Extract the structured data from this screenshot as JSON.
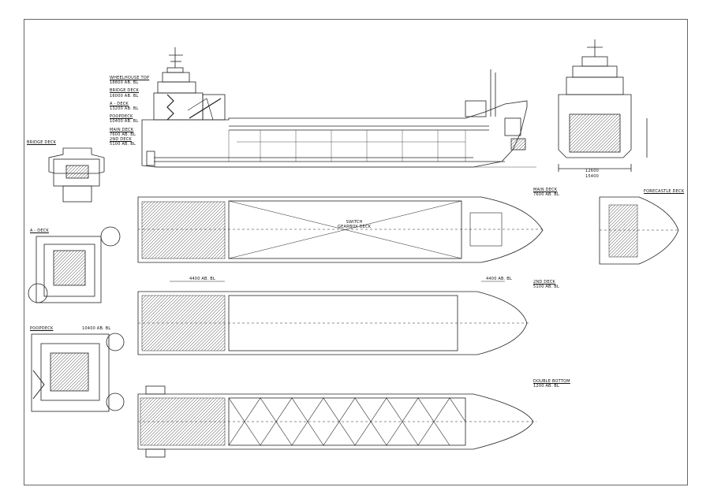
{
  "elevation_levels": [
    {
      "name": "WHEELHOUSE TOP",
      "level": "18800 ab. BL"
    },
    {
      "name": "BRIDGE DECK",
      "level": "16000 ab. BL"
    },
    {
      "name": "A - DECK",
      "level": "13200 ab. BL"
    },
    {
      "name": "POOPDECK",
      "level": "10400 ab. BL"
    },
    {
      "name": "MAIN DECK",
      "level": "7600 ab. BL"
    },
    {
      "name": "2nd DECK",
      "level": "5100 ab. BL"
    }
  ],
  "views": {
    "bridge_deck": "BRIDGE DECK",
    "a_deck": "A - DECK",
    "poopdeck": "POOPDECK",
    "poopdeck_level": "10400 ab. BL",
    "forecastle_deck": "FORECASTLE DECK",
    "main_deck": {
      "name": "MAIN DECK",
      "level": "7600 ab. BL"
    },
    "second_deck": {
      "name": "2nd DECK",
      "level": "5100 ab. BL"
    },
    "double_bottom": {
      "name": "DOUBLE BOTTOM",
      "level": "1200 ab. BL"
    }
  },
  "hold": {
    "label_1": "SWITCH",
    "label_2": "GEARBOX DECK"
  },
  "dimensions": {
    "second_deck_left": "4400 ab. BL",
    "second_deck_right": "4400 ab. BL",
    "midship_breadth": "12600",
    "midship_overall": "15400"
  }
}
